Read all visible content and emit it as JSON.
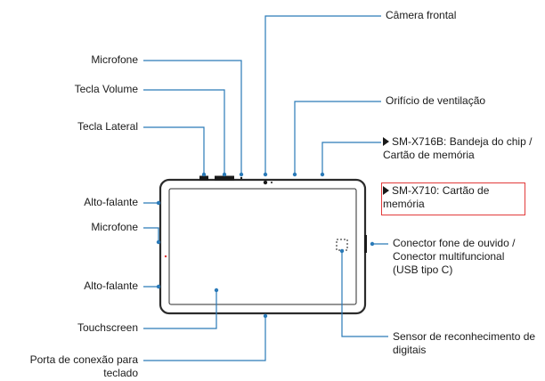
{
  "colors": {
    "leader_line": "#2a7ab8",
    "device_outline": "#2b2b2b",
    "highlight_box": "#e23b3b"
  },
  "labels": {
    "front_camera": "Câmera frontal",
    "microphone_top": "Microfone",
    "volume_key": "Tecla Volume",
    "side_key": "Tecla Lateral",
    "vent_hole": "Orifício de ventilação",
    "sim_tray_x716b": "SM-X716B: Bandeja do chip / Cartão de memória",
    "sim_tray_x710": "SM-X710: Cartão de memória",
    "speaker_top": "Alto-falante",
    "microphone_side": "Microfone",
    "headset_connector": "Conector fone de ouvido / Conector multifuncional (USB tipo C)",
    "speaker_bottom": "Alto-falante",
    "touchscreen": "Touchscreen",
    "fingerprint_sensor": "Sensor de reconhecimento de digitais",
    "keyboard_port": "Porta de conexão para teclado"
  }
}
